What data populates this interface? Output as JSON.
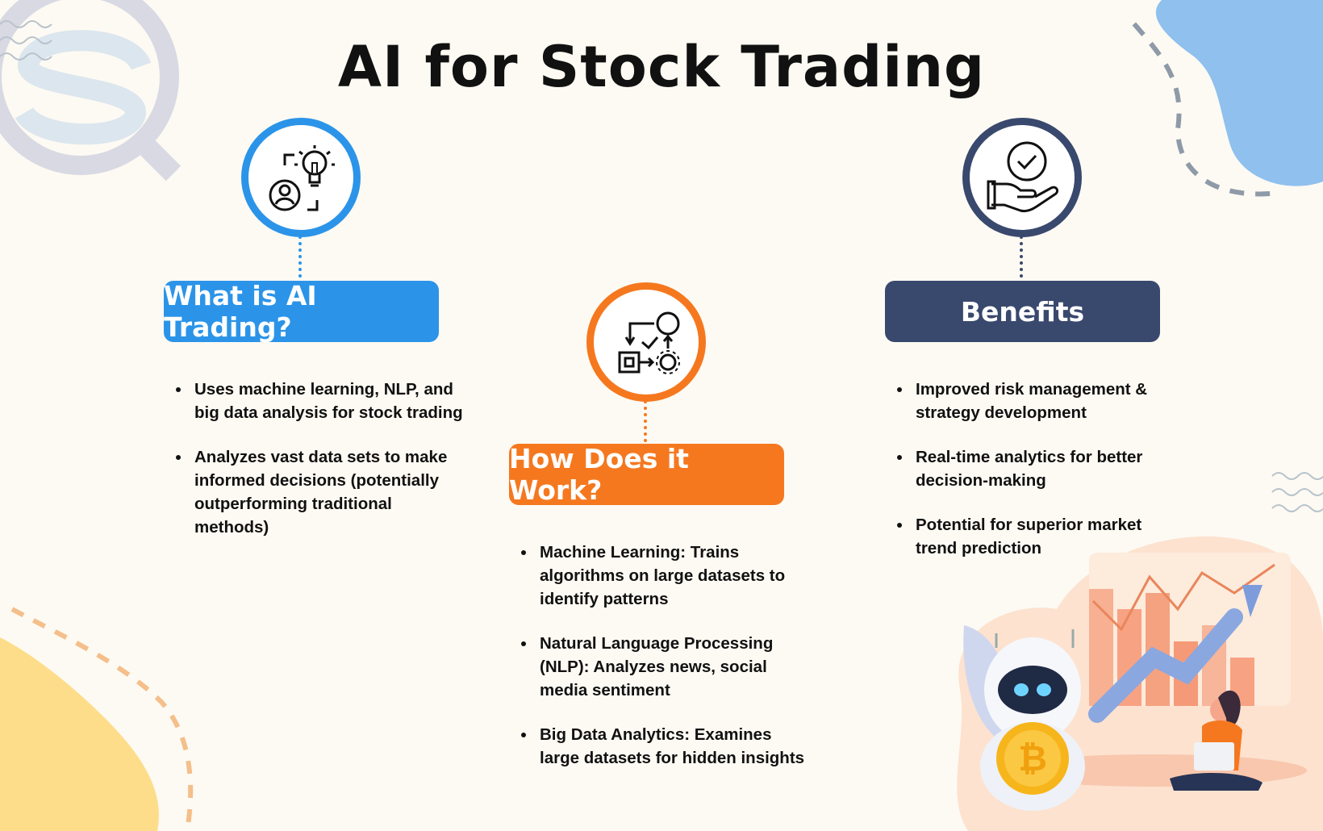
{
  "title": "AI for Stock Trading",
  "colors": {
    "blue": "#2b94e8",
    "orange": "#f5781f",
    "navy": "#39486d",
    "background": "#fdfaf3"
  },
  "sections": [
    {
      "heading": "What is AI Trading?",
      "icon": "idea-person-icon",
      "color": "#2b94e8",
      "bullets": [
        "Uses machine learning, NLP, and big data analysis for stock trading",
        "Analyzes vast data sets to make informed decisions (potentially outperforming traditional methods)"
      ]
    },
    {
      "heading": "How Does it Work?",
      "icon": "process-flow-icon",
      "color": "#f5781f",
      "bullets": [
        "Machine Learning: Trains algorithms on large datasets to identify patterns",
        "Natural Language Processing (NLP): Analyzes news, social media sentiment",
        "Big Data Analytics: Examines large datasets for hidden insights"
      ]
    },
    {
      "heading": "Benefits",
      "icon": "hand-check-icon",
      "color": "#39486d",
      "bullets": [
        "Improved risk management & strategy development",
        "Real-time analytics for better decision-making",
        "Potential for superior market trend prediction"
      ]
    }
  ]
}
